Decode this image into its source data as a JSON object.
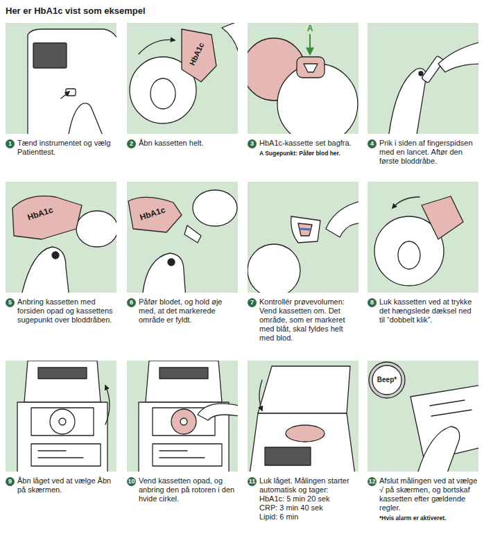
{
  "diagram": {
    "title": "Her er HbA1c vist som eksempel",
    "nodes": [
      {
        "text": [
          "1",
          "Tænd instrumentet og vælg Patienttest."
        ]
      },
      {
        "text": [
          "2",
          "Åbn kassetten helt."
        ]
      },
      {
        "text": [
          "3",
          "HbA1c-kassette set bagfra.",
          "A Sugepunkt: Påfør blod her."
        ]
      },
      {
        "text": [
          "4",
          "Prik i siden af fingerspidsen med en lancet. Aftør den første bloddråbe."
        ]
      },
      {
        "text": [
          "5",
          "Anbring kassetten med forsiden opad og kassettens sugepunkt over bloddråben."
        ]
      },
      {
        "text": [
          "6",
          "Påfør blodet, og hold øje med, at det markerede område er fyldt."
        ]
      },
      {
        "text": [
          "7",
          "Kontrollér prøvevolumen: Vend kassetten om. Det område, som er markeret med blåt, skal fyldes helt med blod."
        ]
      },
      {
        "text": [
          "8",
          "Luk kassetten ved at trykke det hængslede dæksel ned til “dobbelt klik”."
        ]
      },
      {
        "text": [
          "9",
          "Åbn låget ved at vælge Åbn på skærmen."
        ]
      },
      {
        "text": [
          "10",
          "Vend kassetten opad, og anbring den på rotoren i den hvide cirkel."
        ]
      },
      {
        "text": [
          "11",
          "Luk låget. Målingen starter automatisk og tager:",
          "HbA1c: 5 min 20 sek",
          "CRP: 3 min 40 sek",
          "Lipid: 6 min"
        ]
      },
      {
        "text": [
          "12",
          "Afslut målingen ved at vælge √ på skærmen, og bortskaf kassetten efter gældende regler.",
          "*Hvis alarm er aktiveret."
        ]
      }
    ],
    "labels": [
      "HbA1c",
      "A",
      "HbA1c",
      "HbA1c",
      "Beep*"
    ]
  }
}
